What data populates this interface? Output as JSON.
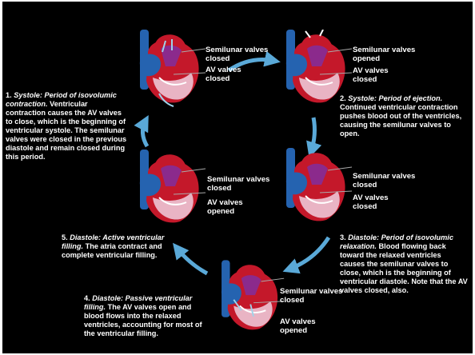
{
  "colors": {
    "background": "#000000",
    "arrow": "#5aa9d8",
    "heart_red": "#c4182a",
    "heart_blue": "#2563b0",
    "heart_purple": "#8b2a8c",
    "heart_pink": "#e9b4c4"
  },
  "stages": [
    {
      "number": "1.",
      "title": "Systole: Period of isovolumic contraction.",
      "body": "Ventricular contraction causes the AV valves to close, which is the beginning of ventricular systole. The semilunar valves were closed in the previous diastole and remain closed during this period.",
      "semilunar": "Semilunar valves closed",
      "av": "AV valves closed"
    },
    {
      "number": "2.",
      "title": "Systole: Period of ejection.",
      "body": "Continued ventricular contraction pushes blood out of the ventricles, causing the semilunar valves to open.",
      "semilunar": "Semilunar valves opened",
      "av": "AV valves closed"
    },
    {
      "number": "3.",
      "title": "Diastole: Period of isovolumic relaxation.",
      "body": "Blood flowing back toward the relaxed ventricles causes the semilunar valves to close, which is the beginning of ventricular diastole. Note that the AV valves closed, also.",
      "semilunar": "Semilunar valves closed",
      "av": "AV valves closed"
    },
    {
      "number": "4.",
      "title": "Diastole: Passive ventricular filling.",
      "body": "The AV valves open and blood flows into the relaxed ventricles, accounting for most of the ventricular filling.",
      "semilunar": "Semilunar valves closed",
      "av": "AV valves opened"
    },
    {
      "number": "5.",
      "title": "Diastole: Active ventricular filling.",
      "body": "The atria contract and complete ventricular filling.",
      "semilunar": "Semilunar valves closed",
      "av": "AV valves opened"
    }
  ]
}
